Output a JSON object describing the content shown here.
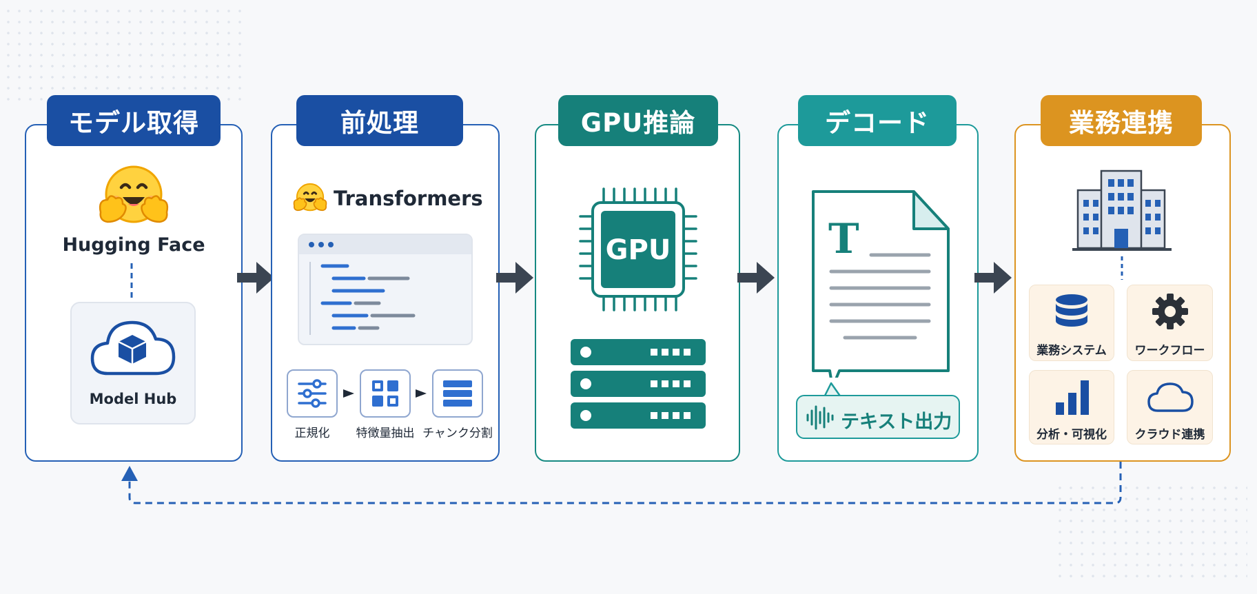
{
  "pipeline": {
    "stages": [
      {
        "title": "モデル取得",
        "color": "#1a4fa3"
      },
      {
        "title": "前処理",
        "color": "#1a4fa3"
      },
      {
        "title": "GPU推論",
        "color": "#16807a"
      },
      {
        "title": "デコード",
        "color": "#1d9a9a"
      },
      {
        "title": "業務連携",
        "color": "#dc9420"
      }
    ]
  },
  "model_fetch": {
    "brand_label": "Hugging Face",
    "hub_label": "Model Hub"
  },
  "preprocess": {
    "library_label": "Transformers",
    "steps": [
      "正規化",
      "特徴量抽出",
      "チャンク分割"
    ]
  },
  "gpu": {
    "chip_label": "GPU"
  },
  "decode": {
    "doc_letter": "T",
    "output_label": "テキスト出力"
  },
  "integration": {
    "tiles": [
      "業務システム",
      "ワークフロー",
      "分析・可視化",
      "クラウド連携"
    ]
  }
}
